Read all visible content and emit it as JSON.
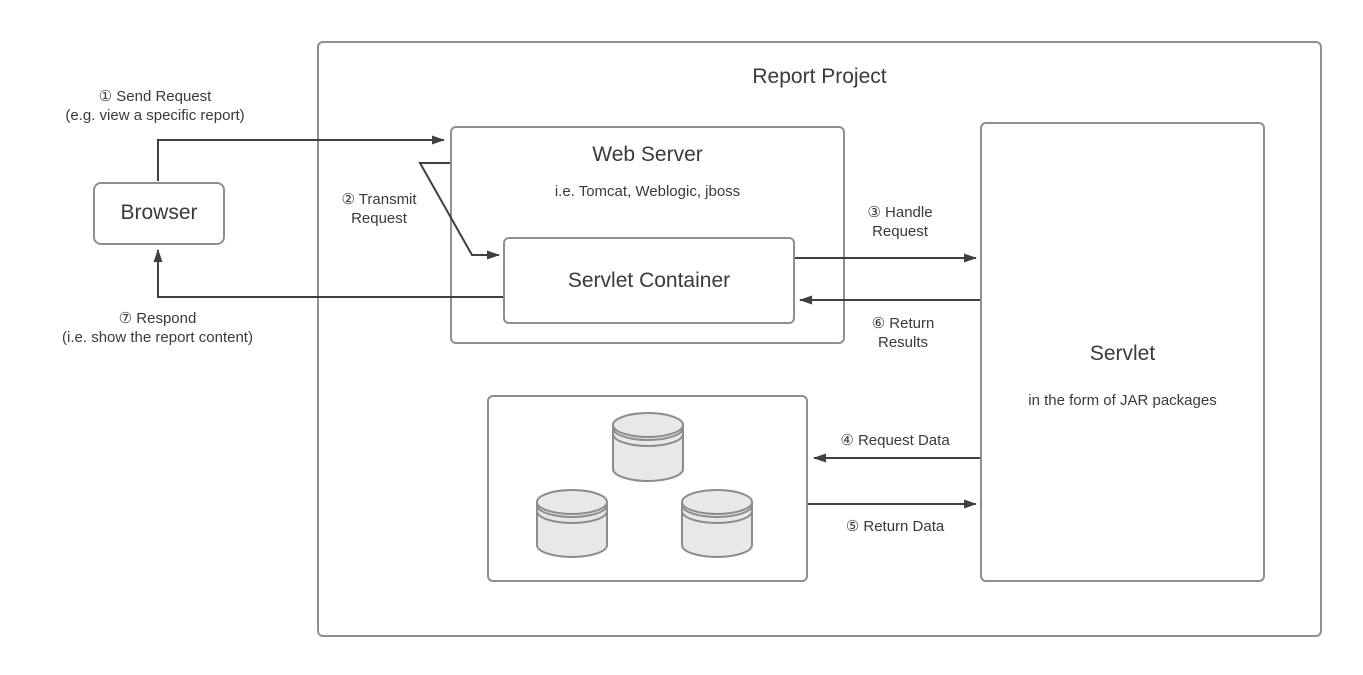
{
  "diagram": {
    "title": "Report Project",
    "browser": {
      "label": "Browser"
    },
    "web_server": {
      "title": "Web Server",
      "subtitle": "i.e. Tomcat, Weblogic, jboss"
    },
    "servlet_container": {
      "label": "Servlet Container"
    },
    "servlet": {
      "title": "Servlet",
      "subtitle": "in the form of JAR packages"
    },
    "database": {
      "icon": "database-cylinders",
      "cylinder_count": 3
    },
    "steps": {
      "send_request": {
        "line1": "① Send Request",
        "line2": "(e.g. view a specific report)"
      },
      "transmit_request": {
        "line1": "② Transmit",
        "line2": "Request"
      },
      "handle_request": {
        "line1": "③ Handle",
        "line2": "Request"
      },
      "request_data": {
        "line1": "④ Request Data"
      },
      "return_data": {
        "line1": "⑤ Return Data"
      },
      "return_results": {
        "line1": "⑥ Return",
        "line2": "Results"
      },
      "respond": {
        "line1": "⑦ Respond",
        "line2": "(i.e. show the report content)"
      }
    },
    "colors": {
      "arrow": "#404040",
      "box_border": "#8f8f8f",
      "text": "#3a3a3a",
      "cylinder_fill": "#e8e8e8",
      "cylinder_stroke": "#8c8c8c",
      "background": "#ffffff"
    }
  }
}
